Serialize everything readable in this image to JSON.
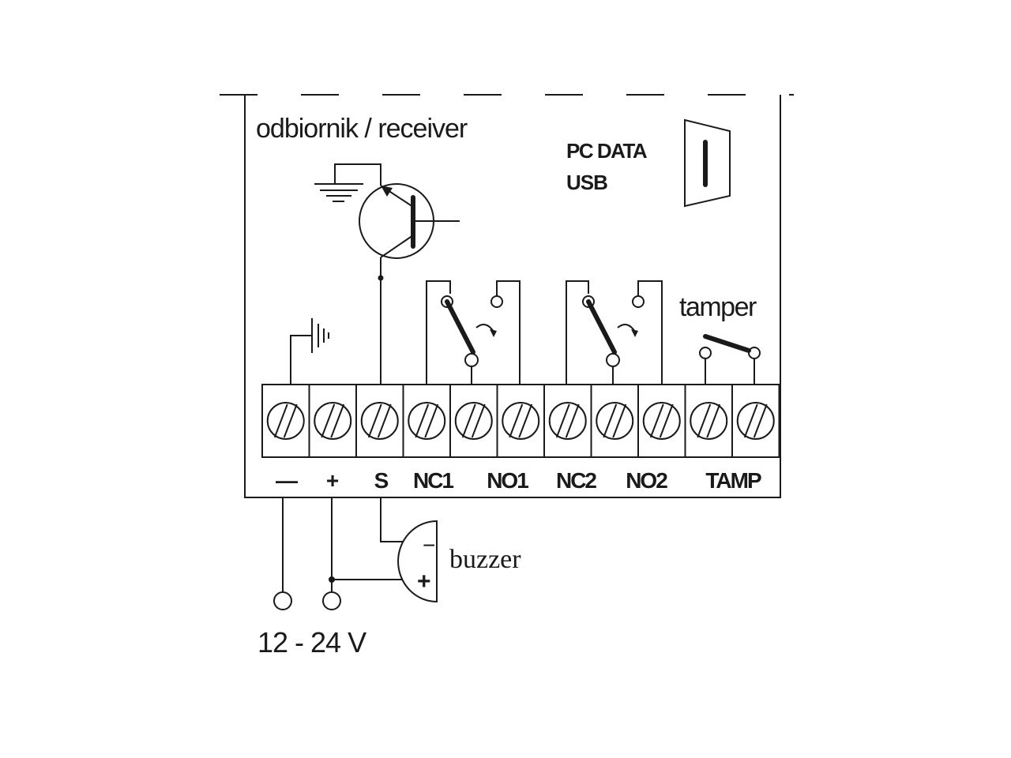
{
  "receiver_label": "odbiornik / receiver",
  "pc_data_label": "PC DATA",
  "usb_label": "USB",
  "tamper_label": "tamper",
  "buzzer_label": "buzzer",
  "buzzer_minus": "−",
  "buzzer_plus": "+",
  "supply_label": "12 - 24 V",
  "terminals": [
    {
      "label": "—"
    },
    {
      "label": "+"
    },
    {
      "label": "S"
    },
    {
      "label": "NC1"
    },
    {
      "label": ""
    },
    {
      "label": "NO1"
    },
    {
      "label": "NC2"
    },
    {
      "label": ""
    },
    {
      "label": "NO2"
    },
    {
      "label": "TAMP"
    },
    {
      "label": ""
    }
  ]
}
